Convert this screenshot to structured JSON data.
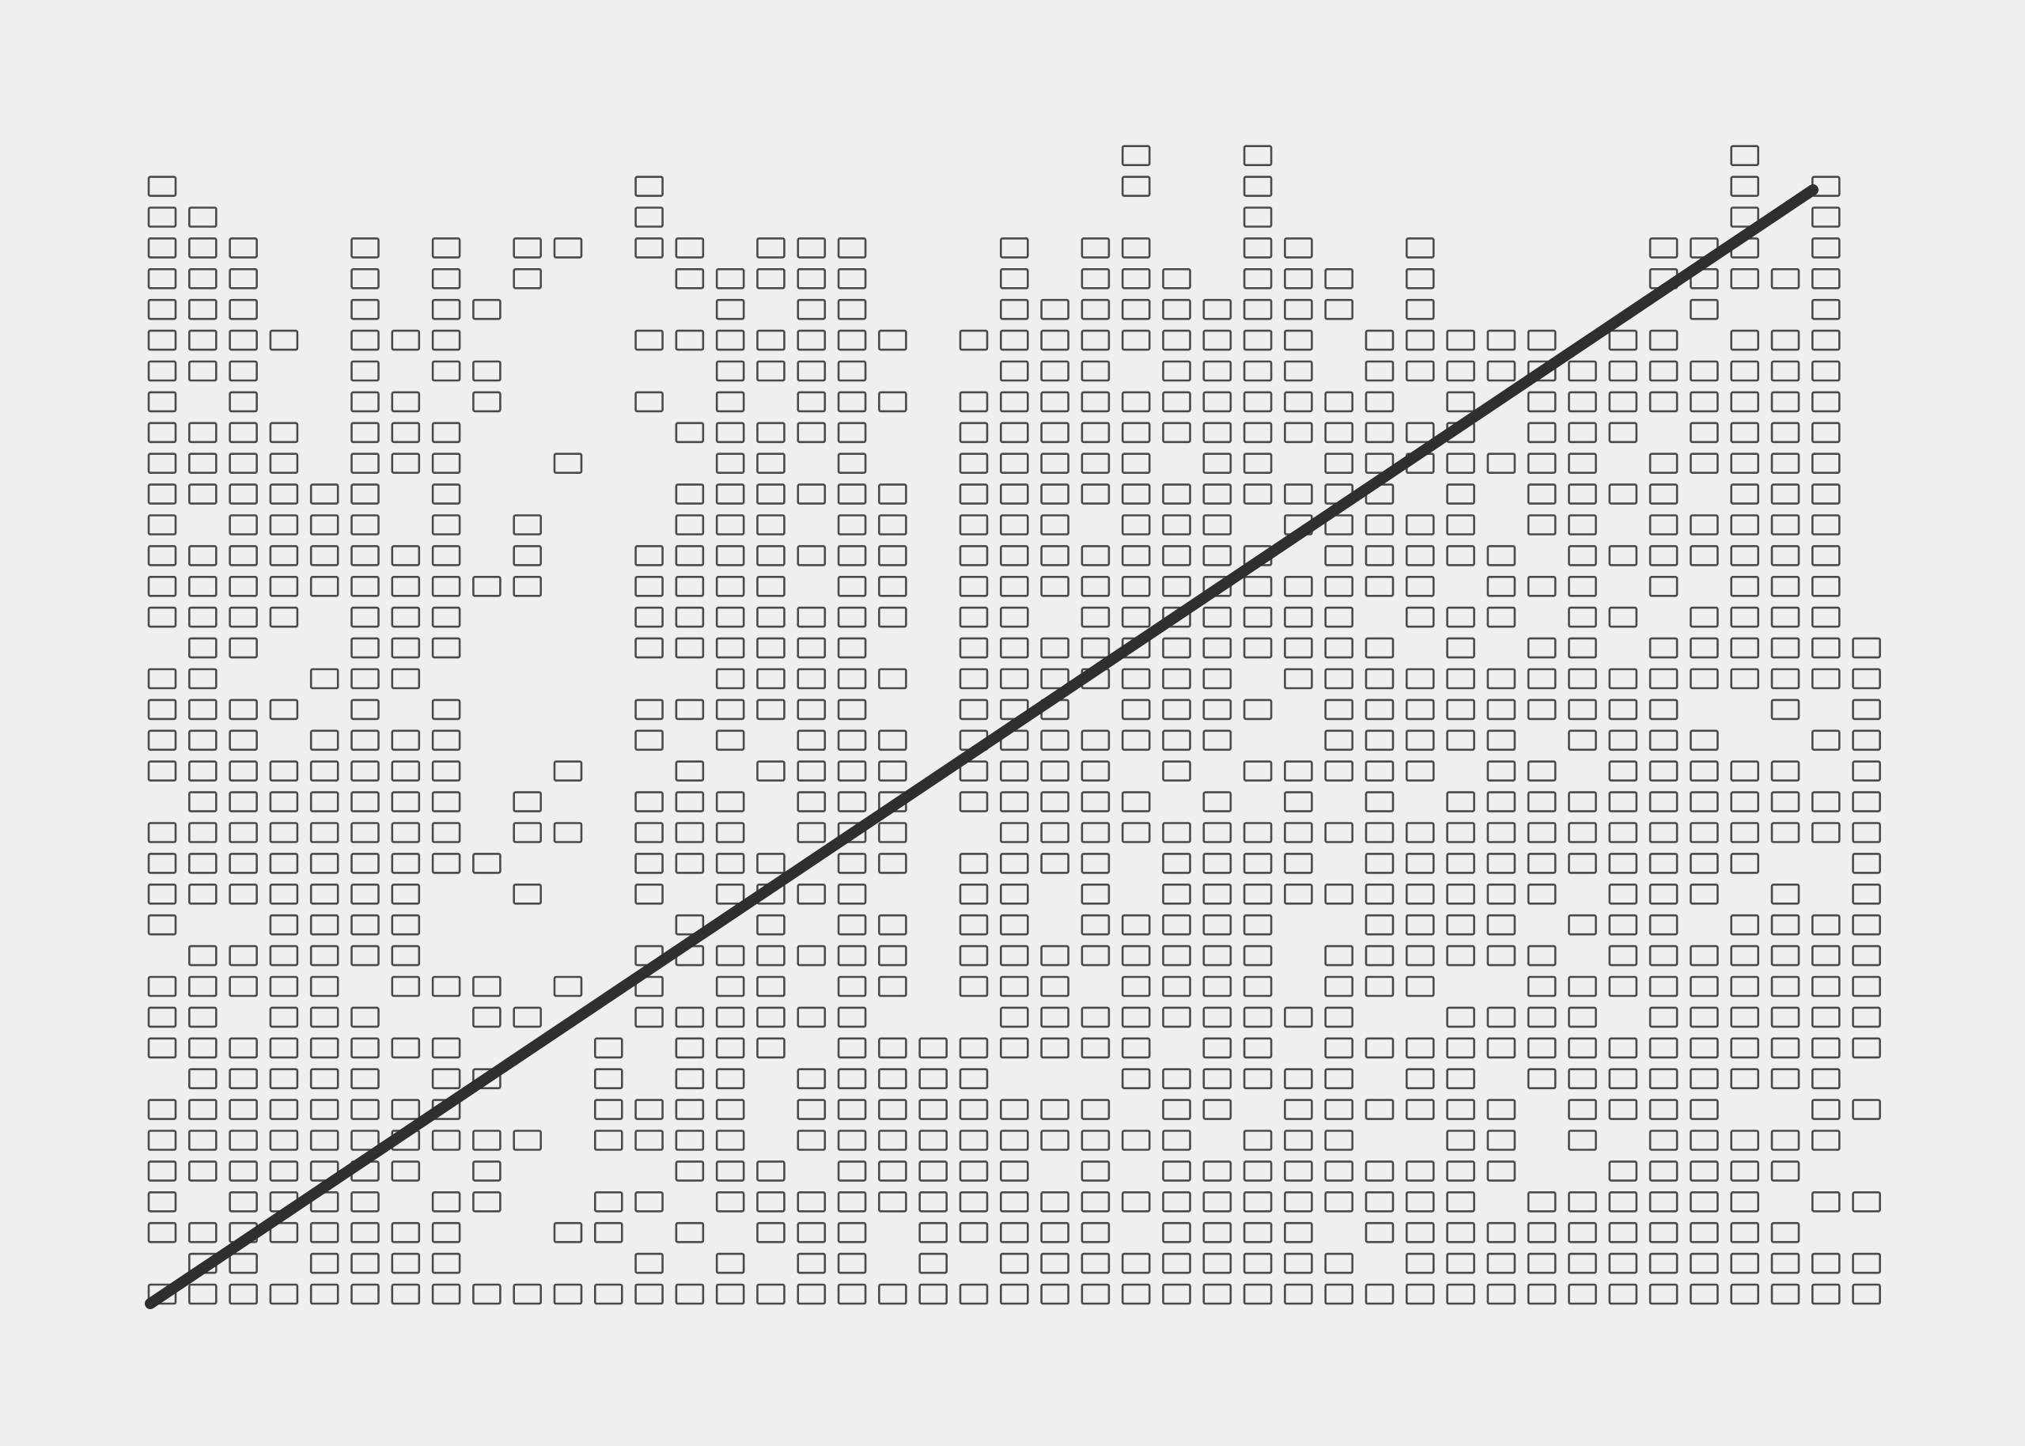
{
  "artwork": {
    "paper_color": "#efefef",
    "ink_color": "#4a4a4a",
    "line_color": "#2f2f2f",
    "grid": {
      "columns": 43,
      "rows": 38,
      "column_heights": [
        37,
        36,
        35,
        32,
        27,
        35,
        32,
        35,
        33,
        35,
        35,
        9,
        37,
        35,
        34,
        35,
        35,
        35,
        32,
        9,
        32,
        35,
        33,
        35,
        38,
        34,
        33,
        38,
        35,
        34,
        32,
        35,
        32,
        32,
        32,
        31,
        32,
        35,
        35,
        38,
        34,
        37,
        22
      ],
      "column_fill": [
        0.86,
        0.8,
        0.85,
        0.8,
        0.82,
        0.88,
        0.84,
        0.8,
        0.3,
        0.3,
        0.3,
        0.9,
        0.78,
        0.8,
        0.82,
        0.78,
        0.82,
        0.85,
        0.85,
        0.92,
        0.88,
        0.8,
        0.85,
        0.82,
        0.8,
        0.82,
        0.86,
        0.82,
        0.8,
        0.84,
        0.78,
        0.8,
        0.82,
        0.8,
        0.78,
        0.82,
        0.85,
        0.84,
        0.8,
        0.82,
        0.85,
        0.84,
        0.78
      ]
    },
    "line": {
      "start": [
        0.0,
        0.0
      ],
      "end": [
        1.0,
        1.0
      ]
    }
  }
}
